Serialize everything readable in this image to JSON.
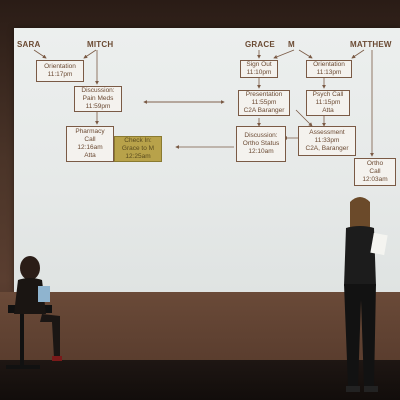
{
  "columns": {
    "sara": "SARA",
    "mitch": "MITCH",
    "grace": "GRACE",
    "m": "M",
    "matthew": "MATTHEW"
  },
  "boxes": {
    "orientation_left": [
      "Orientation",
      "11:17pm"
    ],
    "discussion_pain": [
      "Discussion:",
      "Pain Meds",
      "11:59pm"
    ],
    "pharmacy_call": [
      "Pharmacy",
      "Call",
      "12:16am",
      "Atta"
    ],
    "check_in": [
      "Check In:",
      "Grace to M",
      "12:25am"
    ],
    "sign_out": [
      "Sign Out",
      "11:10pm"
    ],
    "orientation_right": [
      "Orientation",
      "11:13pm"
    ],
    "presentation": [
      "Presentation",
      "11:55pm",
      "C2A Baranger"
    ],
    "psych_call": [
      "Psych Call",
      "11:15pm",
      "Atta"
    ],
    "discussion_ortho": [
      "Discussion:",
      "Ortho Status",
      "12:10am"
    ],
    "assessment": [
      "Assessment",
      "11:33pm",
      "C2A, Baranger"
    ],
    "ortho_call": [
      "Ortho",
      "Call",
      "12:03am"
    ]
  },
  "colors": {
    "screen": "#e8ebea",
    "box_text": "#6b4a33",
    "highlight": "#b8a24a"
  }
}
